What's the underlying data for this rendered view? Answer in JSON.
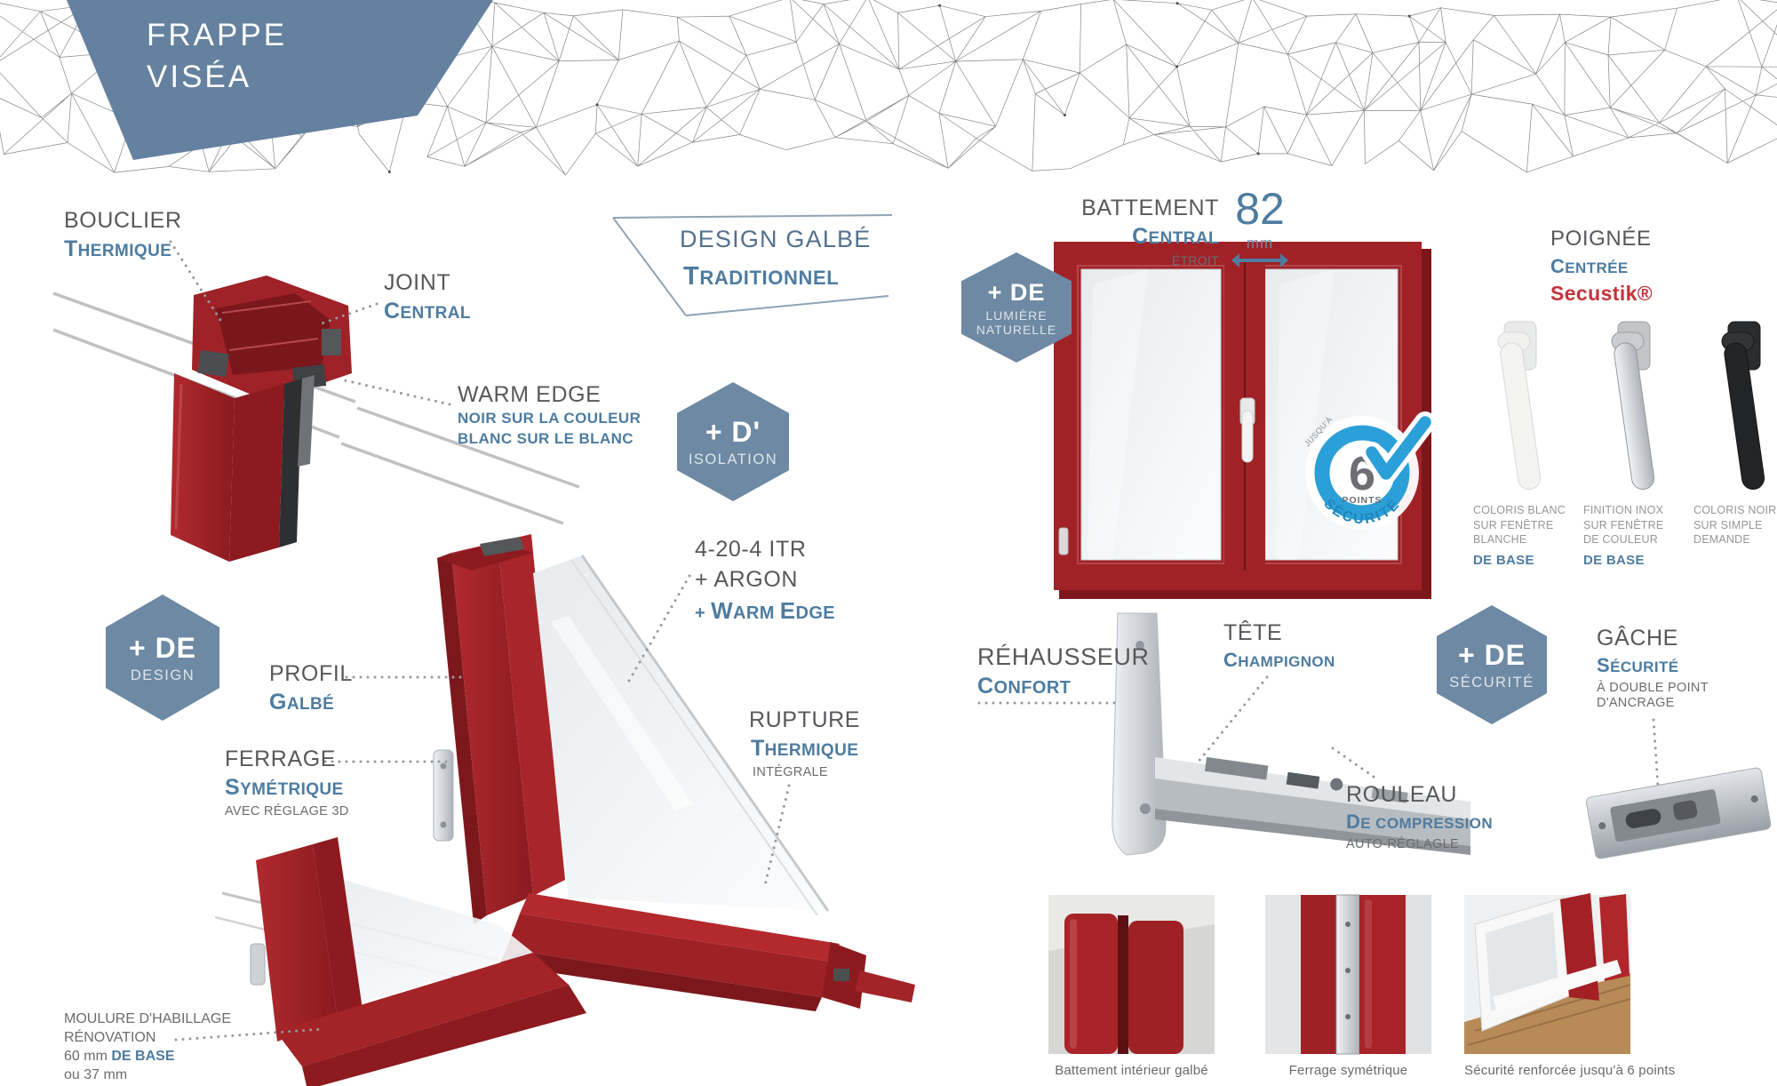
{
  "banner": {
    "line1": "FRAPPE",
    "line2": "VISÉA"
  },
  "design_badge": {
    "line1": "DESIGN GALBÉ",
    "line2": "TRADITIONNEL"
  },
  "hexagons": {
    "isolation": {
      "big": "+ D'",
      "small": "ISOLATION"
    },
    "design": {
      "big": "+ DE",
      "small": "DESIGN"
    },
    "lumiere": {
      "big": "+ DE",
      "small1": "LUMIÈRE",
      "small2": "NATURELLE"
    },
    "securite": {
      "big": "+ DE",
      "small": "SÉCURITÉ"
    }
  },
  "labels": {
    "bouclier": {
      "main": "BOUCLIER",
      "sub": "THERMIQUE"
    },
    "joint": {
      "main": "JOINT",
      "sub": "CENTRAL"
    },
    "warm_edge": {
      "main": "WARM EDGE",
      "sub1": "NOIR SUR LA COULEUR",
      "sub2": "BLANC SUR LE BLANC"
    },
    "vitrage": {
      "line1": "4-20-4 ITR",
      "line2": "+ ARGON",
      "plus": "+",
      "word1": "WARM",
      "word2": "EDGE"
    },
    "profil": {
      "main": "PROFIL",
      "sub": "GALBÉ"
    },
    "ferrage": {
      "main": "FERRAGE",
      "sub": "SYMÉTRIQUE",
      "note": "AVEC RÉGLAGE 3D"
    },
    "rupture": {
      "main": "RUPTURE",
      "sub": "THERMIQUE",
      "note": "INTÉGRALE"
    },
    "moulure": {
      "line1": "MOULURE D'HABILLAGE",
      "line2": "RÉNOVATION",
      "value1": "60 mm",
      "base": "DE BASE",
      "value2": "ou 37 mm"
    },
    "battement": {
      "main": "BATTEMENT",
      "sub": "CENTRAL",
      "note": "ÉTROIT",
      "value": "82",
      "unit": "mm"
    },
    "poignee": {
      "main": "POIGNÉE",
      "sub": "CENTRÉE",
      "brand": "Secustik®"
    },
    "rehausseur": {
      "main": "RÉHAUSSEUR",
      "sub": "CONFORT"
    },
    "tete": {
      "main": "TÊTE",
      "sub": "CHAMPIGNON"
    },
    "gache": {
      "main": "GÂCHE",
      "sub": "SÉCURITÉ",
      "note1": "À DOUBLE POINT",
      "note2": "D'ANCRAGE"
    },
    "rouleau": {
      "main": "ROULEAU",
      "sub": "DE COMPRESSION",
      "note": "AUTO-RÉGLAGLE"
    }
  },
  "handles": [
    {
      "line1": "COLORIS BLANC",
      "line2": "SUR FENÊTRE",
      "line3": "BLANCHE",
      "base": "DE BASE"
    },
    {
      "line1": "FINITION INOX",
      "line2": "SUR FENÊTRE",
      "line3": "DE COULEUR",
      "base": "DE BASE"
    },
    {
      "line1": "COLORIS NOIR",
      "line2": "SUR SIMPLE",
      "line3": "DEMANDE",
      "base": ""
    }
  ],
  "badge": {
    "jusqua": "JUSQU'À",
    "number": "6",
    "points": "POINTS",
    "securite": "SÉCURITÉ"
  },
  "photos": [
    {
      "caption": "Battement intérieur galbé"
    },
    {
      "caption": "Ferrage symétrique"
    },
    {
      "caption": "Sécurité renforcée jusqu'à 6 points"
    }
  ],
  "colors": {
    "accent_blue": "#4e7ca0",
    "label_gray": "#57585b",
    "hex_fill": "#6d89a3",
    "banner_fill": "#64819f",
    "brand_red": "#c4333b",
    "window_red": "#9e2126",
    "badge_blue": "#2b9fd8"
  }
}
